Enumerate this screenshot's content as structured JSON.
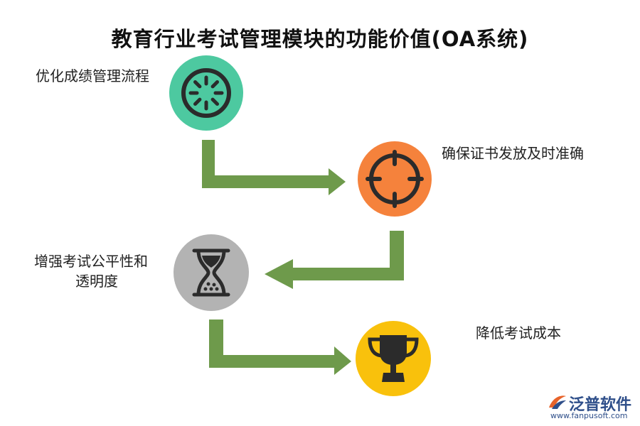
{
  "title": "教育行业考试管理模块的功能价值(OA系统)",
  "steps": [
    {
      "label": "优化成绩管理流程",
      "icon": "wheel-icon",
      "color": "#4dc9a0"
    },
    {
      "label": "确保证书发放及时准确",
      "icon": "crosshair-icon",
      "color": "#f5823c"
    },
    {
      "label_line1": "增强考试公平性和",
      "label_line2": "透明度",
      "icon": "hourglass-icon",
      "color": "#b3b3b3"
    },
    {
      "label": "降低考试成本",
      "icon": "trophy-icon",
      "color": "#f9c10c"
    }
  ],
  "arrow_color": "#6e9a4b",
  "logo": {
    "name": "泛普软件",
    "url": "www.fanpusoft.com"
  }
}
